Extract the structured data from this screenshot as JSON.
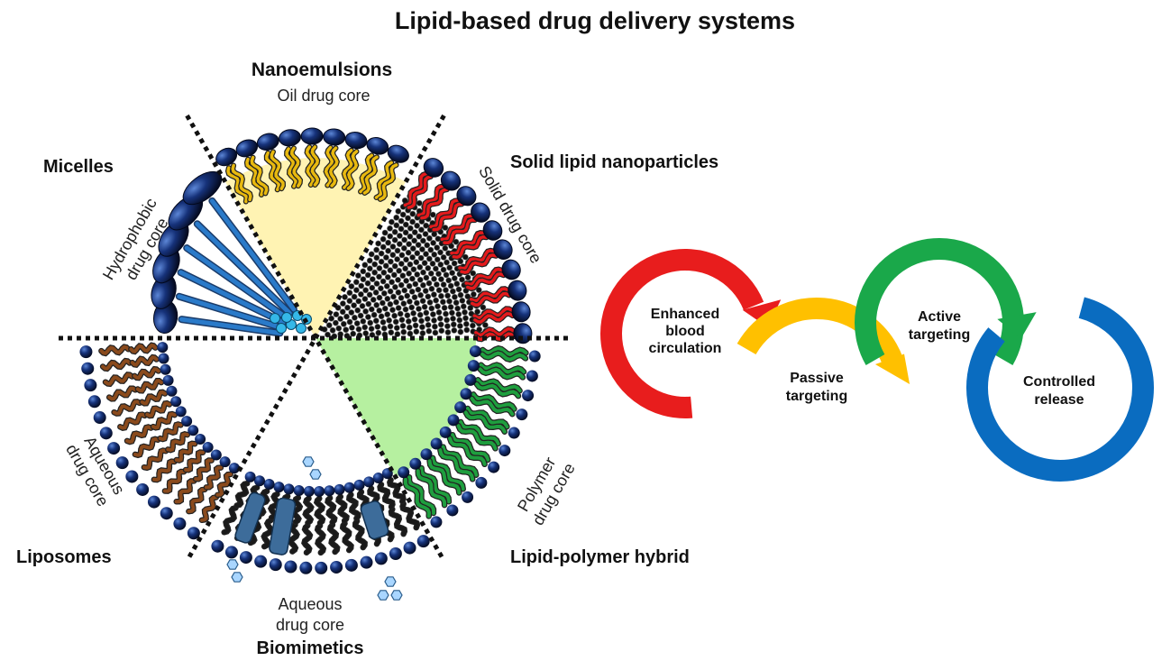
{
  "title": "Lipid-based drug delivery systems",
  "segments": {
    "nanoemulsions": {
      "label": "Nanoemulsions",
      "core": [
        "Oil drug core"
      ],
      "tail_color": "#e8b90f",
      "fill": "#fff3b3"
    },
    "solid_lipid": {
      "label": "Solid lipid nanoparticles",
      "core": [
        "Solid drug core"
      ],
      "tail_color": "#e41a1c"
    },
    "micelles": {
      "label": "Micelles",
      "core": [
        "Hydrophobic",
        "drug core"
      ],
      "tail_color": "#2a7ac9"
    },
    "liposomes": {
      "label": "Liposomes",
      "core": [
        "Aqueous",
        "drug core"
      ],
      "tail_color": "#8a4a1c"
    },
    "biomimetics": {
      "label": "Biomimetics",
      "core": [
        "Aqueous",
        "drug core"
      ],
      "tail_color": "#1a1a1a",
      "protein_color": "#3d6c9a"
    },
    "lipid_polymer": {
      "label": "Lipid-polymer hybrid",
      "core": [
        "Polymer",
        "drug core"
      ],
      "tail_color": "#1e9e3e",
      "fill": "#b6f0a0"
    }
  },
  "cycle": [
    {
      "label": [
        "Enhanced",
        "blood",
        "circulation"
      ],
      "color": "#e81d1d"
    },
    {
      "label": [
        "Passive",
        "targeting"
      ],
      "color": "#ffc000"
    },
    {
      "label": [
        "Active",
        "targeting"
      ],
      "color": "#1aa84a"
    },
    {
      "label": [
        "Controlled",
        "release"
      ],
      "color": "#0a6cc0"
    }
  ],
  "colors": {
    "head": "#0b1a45",
    "head_highlight": "#3a63b8",
    "text": "#111111"
  }
}
